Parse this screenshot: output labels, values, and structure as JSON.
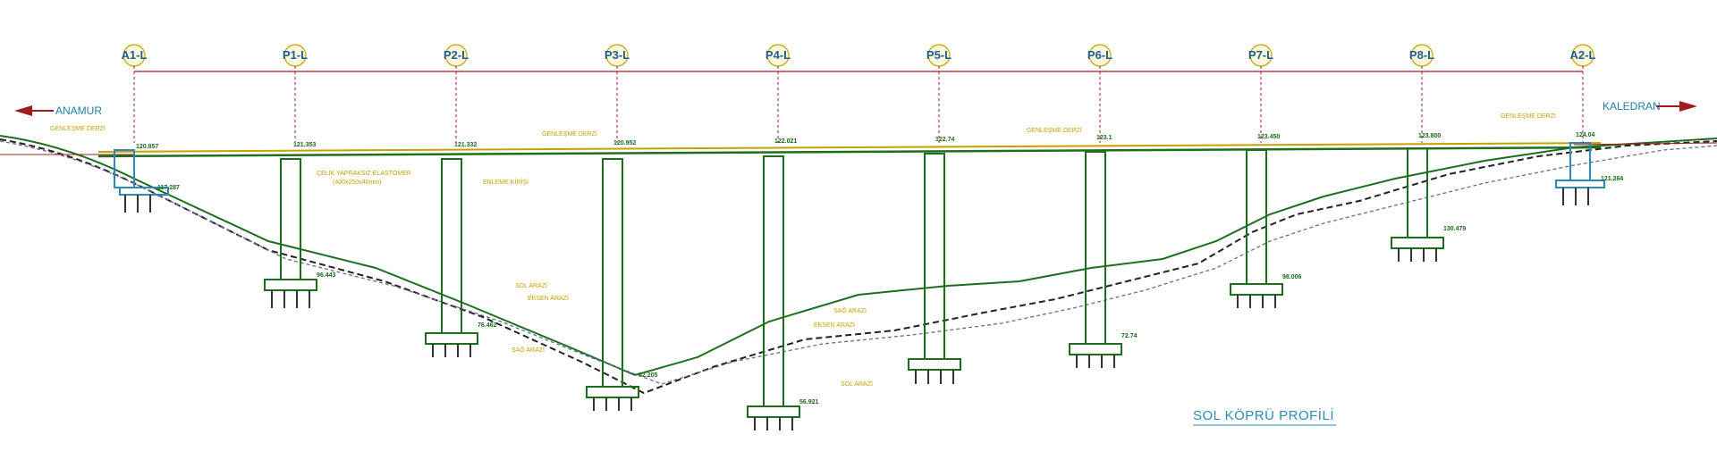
{
  "axes": [
    "A1-L",
    "P1-L",
    "P2-L",
    "P3-L",
    "P4-L",
    "P5-L",
    "P6-L",
    "P7-L",
    "P8-L",
    "A2-L"
  ],
  "direction_left": "ANAMUR",
  "direction_right": "KALEDRAN",
  "title": "SOL KÖPRÜ PROFİLİ",
  "notes": {
    "expansion_joint_left": "GENLEŞME DERZİ",
    "expansion_joint_right": "GENLEŞME DERZİ",
    "expansion_joint_p2p3": "GENLEŞME DERZİ",
    "expansion_joint_p5p6": "GENLEŞME DERZİ",
    "bearing": "ÇELİK YAPRAKSIZ ELASTOMER",
    "bearing_size": "(400x250x40mm)",
    "transverse_beam": "ENLEME KİRİŞİ",
    "sol_arazi_1": "SOL ARAZİ",
    "eksen_arazi_1": "EKSEN ARAZİ",
    "sag_arazi_1": "SAĞ ARAZİ",
    "sag_arazi_2": "SAĞ ARAZİ",
    "eksen_arazi_2": "EKSEN ARAZİ",
    "sol_arazi_2": "SOL ARAZİ"
  },
  "elevations": {
    "a1_top": "120.857",
    "a1_bottom": "117.287",
    "p1_top": "121.353",
    "p1_bottom": "96.443",
    "p2_top": "121.332",
    "p2_bottom": "76.462",
    "p3_top": "120.952",
    "p3_bottom": "62.205",
    "p4_top": "122.021",
    "p4_bottom": "56.921",
    "p5_top": "122.74",
    "p6_top": "123.1",
    "p6_bottom": "72.74",
    "p7_top": "123.450",
    "p7_bottom": "98.006",
    "p8_top": "123.800",
    "p8_bottom": "130.479",
    "a2_top": "124.04",
    "a2_bottom": "121.264"
  }
}
